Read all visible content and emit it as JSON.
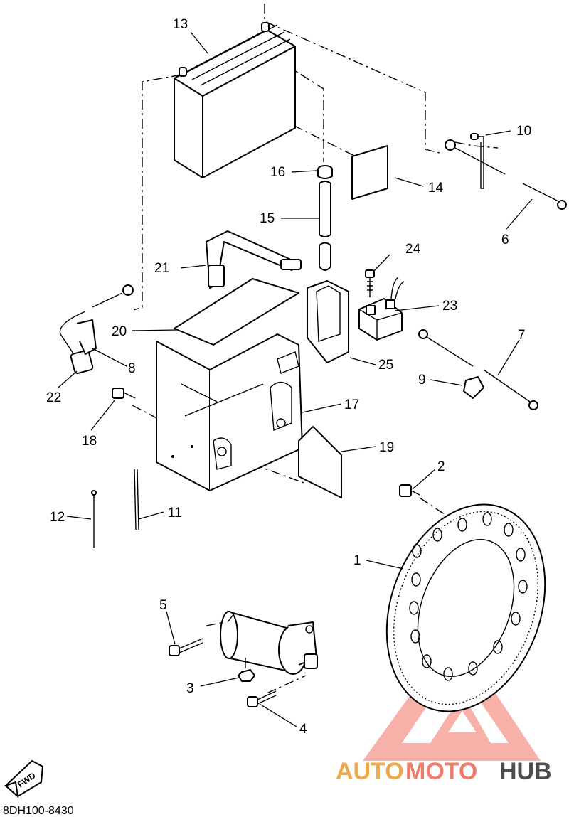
{
  "diagram_code": "8DH100-8430",
  "fwd_label": "FWD",
  "watermark": {
    "part1": "AUTO",
    "part2": "MOTO",
    "part3": "HUB",
    "colors": {
      "orange": "#f0a94a",
      "salmon": "#ef7d6a",
      "gray": "#4d4d4d"
    }
  },
  "callouts": {
    "c1": "1",
    "c2": "2",
    "c3": "3",
    "c4": "4",
    "c5": "5",
    "c6": "6",
    "c7": "7",
    "c8": "8",
    "c9": "9",
    "c10": "10",
    "c11": "11",
    "c12": "12",
    "c13": "13",
    "c14": "14",
    "c15": "15",
    "c16": "16",
    "c17": "17",
    "c18": "18",
    "c19": "19",
    "c20": "20",
    "c21": "21",
    "c22": "22",
    "c23": "23",
    "c24": "24",
    "c25": "25"
  }
}
